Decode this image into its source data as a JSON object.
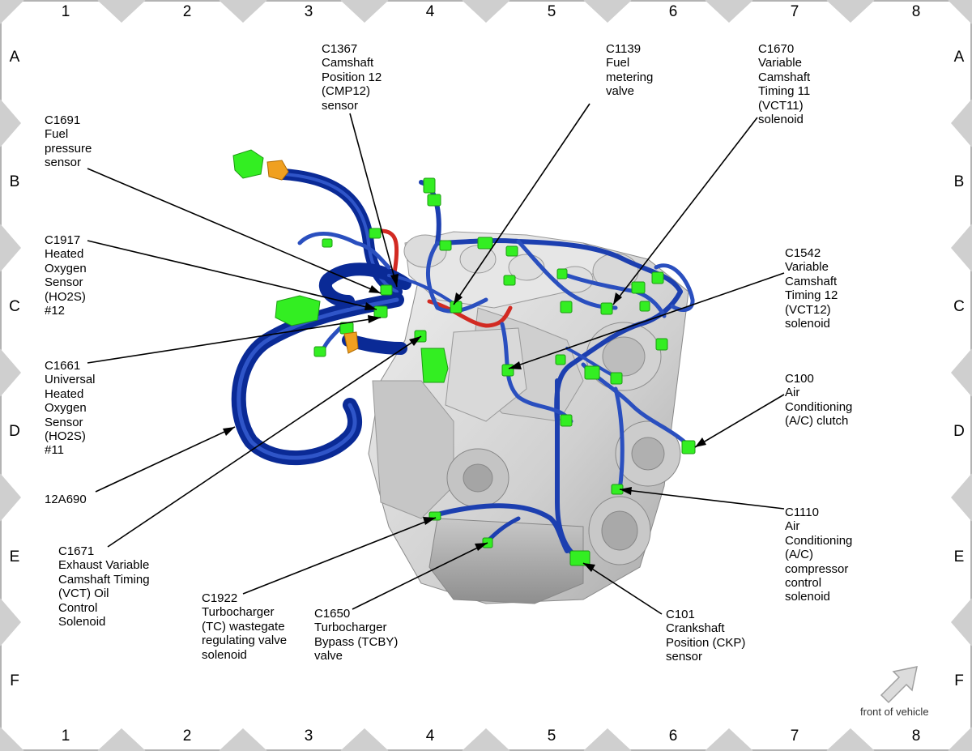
{
  "grid": {
    "columns": [
      "1",
      "2",
      "3",
      "4",
      "5",
      "6",
      "7",
      "8"
    ],
    "rows": [
      "A",
      "B",
      "C",
      "D",
      "E",
      "F"
    ]
  },
  "colors": {
    "harness": "#0a2a96",
    "harness_light": "#3f62c8",
    "connector": "#33ee22",
    "connector_orange": "#f0a020",
    "wire_red": "#d22a22",
    "engine": "#d6d6d6",
    "grid_marker": "#cfcfcf"
  },
  "connectors": {
    "c1367": "C1367\nCamshaft\nPosition 12\n(CMP12)\nsensor",
    "c1139": "C1139\nFuel\nmetering\nvalve",
    "c1670": "C1670\nVariable\nCamshaft\nTiming 11\n(VCT11)\nsolenoid",
    "c1691": "C1691\nFuel\npressure\nsensor",
    "c1917": "C1917\nHeated\nOxygen\nSensor\n(HO2S)\n#12",
    "c1542": "C1542\nVariable\nCamshaft\nTiming 12\n(VCT12)\nsolenoid",
    "c1661": "C1661\nUniversal\nHeated\nOxygen\nSensor\n(HO2S)\n#11",
    "c100": "C100\nAir\nConditioning\n(A/C) clutch",
    "harness_12a690": "12A690",
    "c1110": "C1110\nAir\nConditioning\n(A/C)\ncompressor\ncontrol\nsolenoid",
    "c1671": "C1671\nExhaust Variable\nCamshaft Timing\n(VCT) Oil\nControl\nSolenoid",
    "c1922": "C1922\nTurbocharger\n(TC) wastegate\nregulating valve\nsolenoid",
    "c1650": "C1650\nTurbocharger\nBypass (TCBY)\nvalve",
    "c101": "C101\nCrankshaft\nPosition (CKP)\nsensor"
  },
  "orientation": {
    "label": "front of vehicle",
    "icon": "arrow-up-right-icon"
  }
}
